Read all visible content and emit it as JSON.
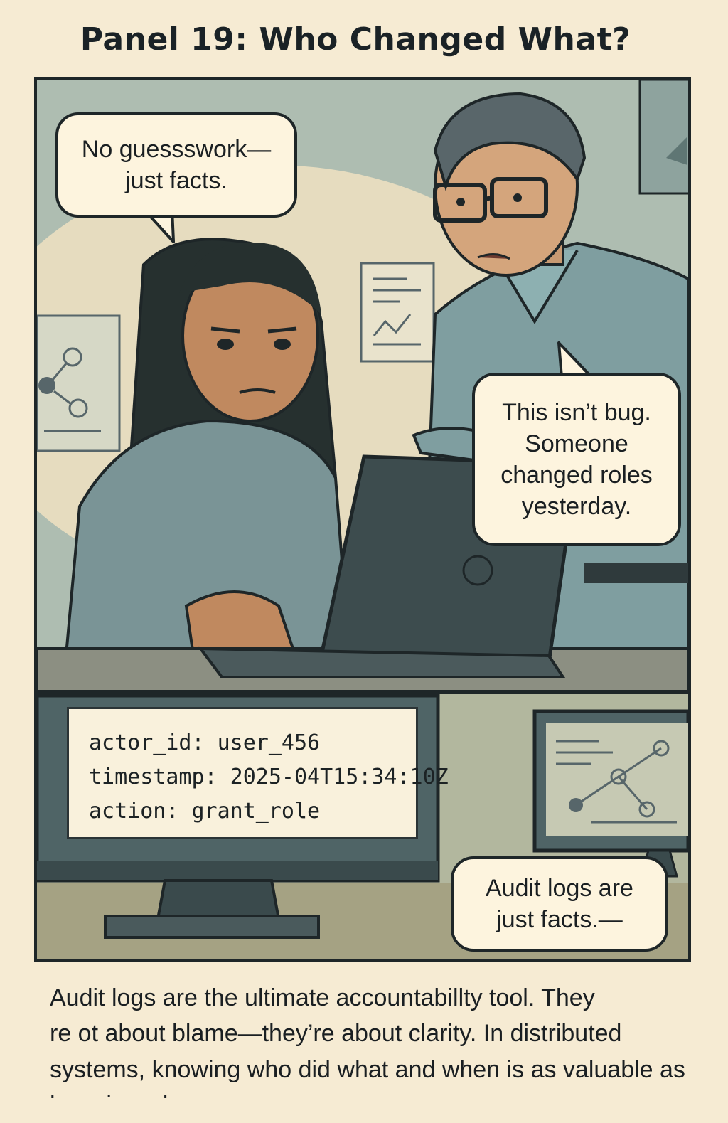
{
  "title": "Panel 19: Who Changed What?",
  "bubbles": {
    "top_left": "No guessswork—\njust facts.",
    "right": "This isn’t bug.\nSomeone\nchanged roles\nyesterday.",
    "bottom": "Audit logs are\njust facts.—"
  },
  "log": {
    "actor": "actor_id: user_456",
    "timestamp": "timestamp: 2025-04T15:34:10Z",
    "action": "action: grant_role"
  },
  "caption": {
    "line1": "Audit logs are the ultimate accountabillty tool. They",
    "line2": "re ot about blame—they’re about clarity. In distributed",
    "line3": "systems, knowing who did what and when is as valuable as",
    "line4": "knowing why."
  },
  "colors": {
    "background": "#f6ebd3",
    "ink": "#1e2628",
    "wall": "#bfc9bd",
    "shirt_blue": "#7f9ea0",
    "laptop": "#3d4c4e",
    "skin": "#c89a72"
  }
}
